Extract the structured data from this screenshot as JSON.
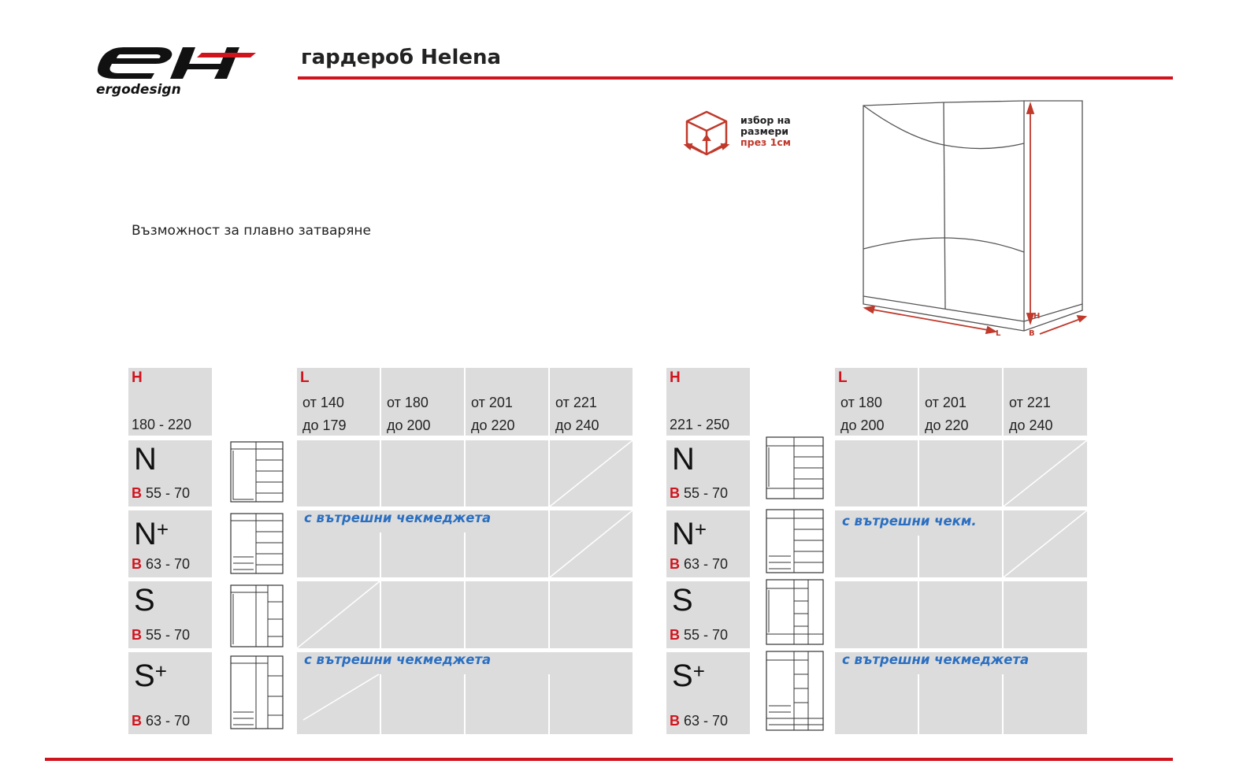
{
  "header": {
    "title": "гардероб Helena",
    "subtitle": "Възможност за плавно затваряне",
    "logo_text": "ergodesign"
  },
  "badge": {
    "line1": "избор на",
    "line2": "размери",
    "line3": "през 1см"
  },
  "wardrobe_image": {
    "dim_L": "L",
    "dim_B": "B",
    "dim_H": "H"
  },
  "colors": {
    "accent_red": "#d0141e",
    "cell_gray": "#dcdcdc",
    "note_blue": "#2b6fc1"
  },
  "tables": [
    {
      "h_label": "H",
      "h_range": "180 - 220",
      "l_label": "L",
      "columns": [
        {
          "from": "от 140",
          "to": "до 179"
        },
        {
          "from": "от 180",
          "to": "до 200"
        },
        {
          "from": "от 201",
          "to": "до 220"
        },
        {
          "from": "от 221",
          "to": "до 240"
        }
      ],
      "rows": [
        {
          "type": "N",
          "sup": "",
          "b_label": "B",
          "b_range": "55 - 70",
          "note": "",
          "crossed": [
            3
          ]
        },
        {
          "type": "N",
          "sup": "+",
          "b_label": "B",
          "b_range": "63 - 70",
          "note": "с вътрешни чекмеджета",
          "crossed": [
            3
          ]
        },
        {
          "type": "S",
          "sup": "",
          "b_label": "B",
          "b_range": "55 - 70",
          "note": "",
          "crossed": [
            0
          ]
        },
        {
          "type": "S",
          "sup": "+",
          "b_label": "B",
          "b_range": "63 - 70",
          "note": "с вътрешни чекмеджета",
          "crossed": [
            0
          ]
        }
      ]
    },
    {
      "h_label": "H",
      "h_range": "221 - 250",
      "l_label": "L",
      "columns": [
        {
          "from": "от 180",
          "to": "до 200"
        },
        {
          "from": "от 201",
          "to": "до 220"
        },
        {
          "from": "от 221",
          "to": "до 240"
        }
      ],
      "rows": [
        {
          "type": "N",
          "sup": "",
          "b_label": "B",
          "b_range": "55 - 70",
          "note": "",
          "crossed": [
            2
          ]
        },
        {
          "type": "N",
          "sup": "+",
          "b_label": "B",
          "b_range": "63 - 70",
          "note": "с вътрешни чекм.",
          "crossed": [
            2
          ]
        },
        {
          "type": "S",
          "sup": "",
          "b_label": "B",
          "b_range": "55 - 70",
          "note": "",
          "crossed": []
        },
        {
          "type": "S",
          "sup": "+",
          "b_label": "B",
          "b_range": "63 - 70",
          "note": "с вътрешни чекмеджета",
          "crossed": []
        }
      ]
    }
  ]
}
